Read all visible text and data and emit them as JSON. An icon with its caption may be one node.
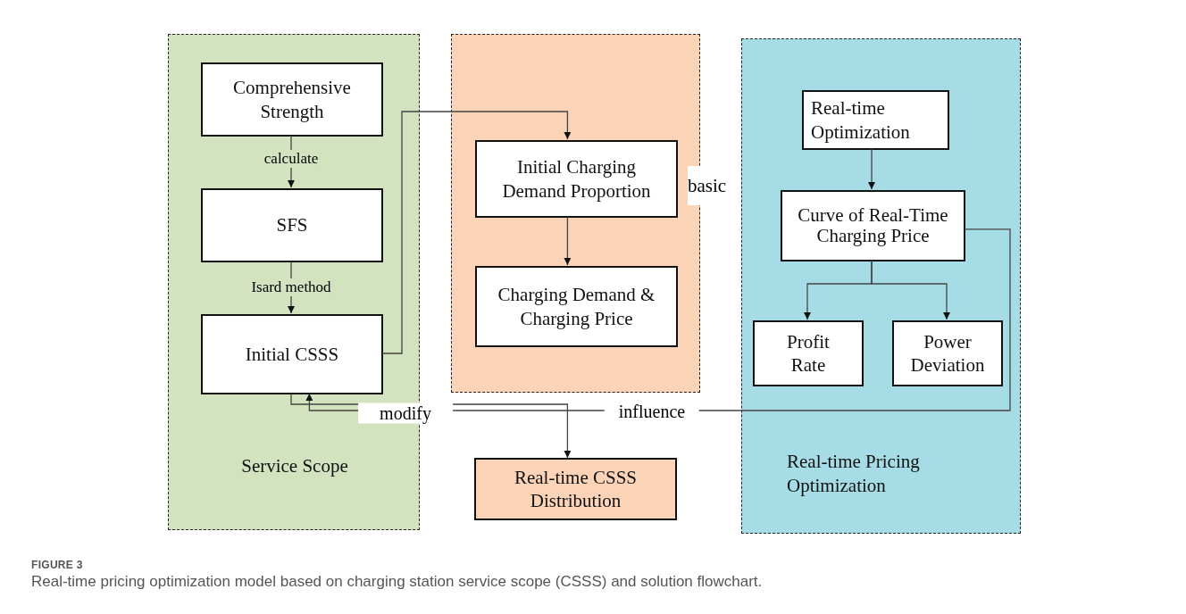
{
  "diagram": {
    "caption": "Real-time pricing optimization model based on charging station service scope (CSSS) and solution flowchart.",
    "nodes": [
      {
        "text": [
          "Service Scope"
        ]
      },
      {
        "text": [
          "Comprehensive Strength"
        ],
        "in": 0
      },
      {
        "text": [
          "SFS"
        ],
        "in": 0
      },
      {
        "text": [
          "Initial CSSS"
        ],
        "in": 0
      },
      {
        "text": [],
        "shape": "box"
      },
      {
        "text": [
          "Initial Charging Demand Proportion"
        ],
        "in": 4
      },
      {
        "text": [
          "Charging Demand & Charging Price"
        ],
        "in": 4
      },
      {
        "text": [
          "Real-time CSSS Distribution"
        ]
      },
      {
        "text": [
          "Real-time Pricing Optimization"
        ]
      },
      {
        "text": [
          "Real-time Optimization"
        ],
        "in": 8
      },
      {
        "text": [
          "Curve of Real-Time Charging Price"
        ],
        "in": 8
      },
      {
        "text": [
          "Profit Rate"
        ],
        "in": 8
      },
      {
        "text": [
          "Power Deviation"
        ],
        "in": 8
      }
    ],
    "edges": [
      {
        "from": 1,
        "to": 2,
        "arrow": "to",
        "label": "calculate"
      },
      {
        "from": 2,
        "to": 3,
        "arrow": "to",
        "label": "Isard method"
      },
      {
        "from": 3,
        "to": 5,
        "arrow": "to"
      },
      {
        "from": 5,
        "to": 6,
        "arrow": "to"
      },
      {
        "from": 3,
        "to": 7,
        "arrow": "to",
        "label": "modify"
      },
      {
        "from": 9,
        "to": 10,
        "arrow": "to"
      },
      {
        "from": 10,
        "to": 11,
        "arrow": "to"
      },
      {
        "from": 10,
        "to": 12,
        "arrow": "to"
      },
      {
        "from": 10,
        "to": 3,
        "arrow": "to",
        "label": "influence"
      }
    ],
    "labels": [
      "basic",
      "FIGURE 3"
    ]
  }
}
